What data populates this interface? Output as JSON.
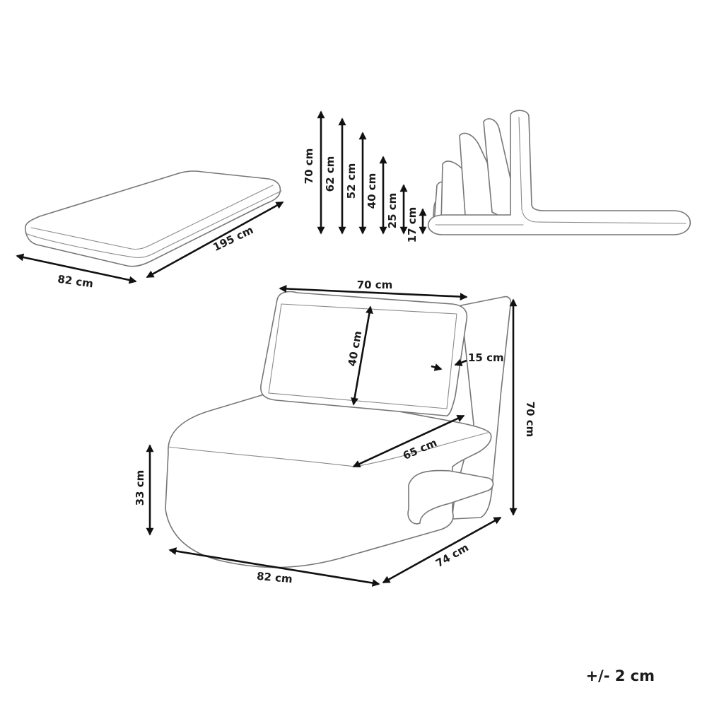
{
  "mattress": {
    "width_label": "82 cm",
    "length_label": "195 cm"
  },
  "heights": [
    {
      "id": "h70",
      "label": "70 cm"
    },
    {
      "id": "h62",
      "label": "62 cm"
    },
    {
      "id": "h52",
      "label": "52 cm"
    },
    {
      "id": "h40",
      "label": "40 cm"
    },
    {
      "id": "h25",
      "label": "25 cm"
    },
    {
      "id": "h17",
      "label": "17 cm"
    }
  ],
  "chair": {
    "backrest_width_label": "70 cm",
    "pillow_height_label": "40 cm",
    "pillow_depth_label": "15 cm",
    "total_height_label": "70 cm",
    "seat_depth_label": "65 cm",
    "seat_height_label": "33 cm",
    "width_label": "82 cm",
    "depth_label": "74 cm"
  },
  "tolerance": "+/- 2 cm"
}
